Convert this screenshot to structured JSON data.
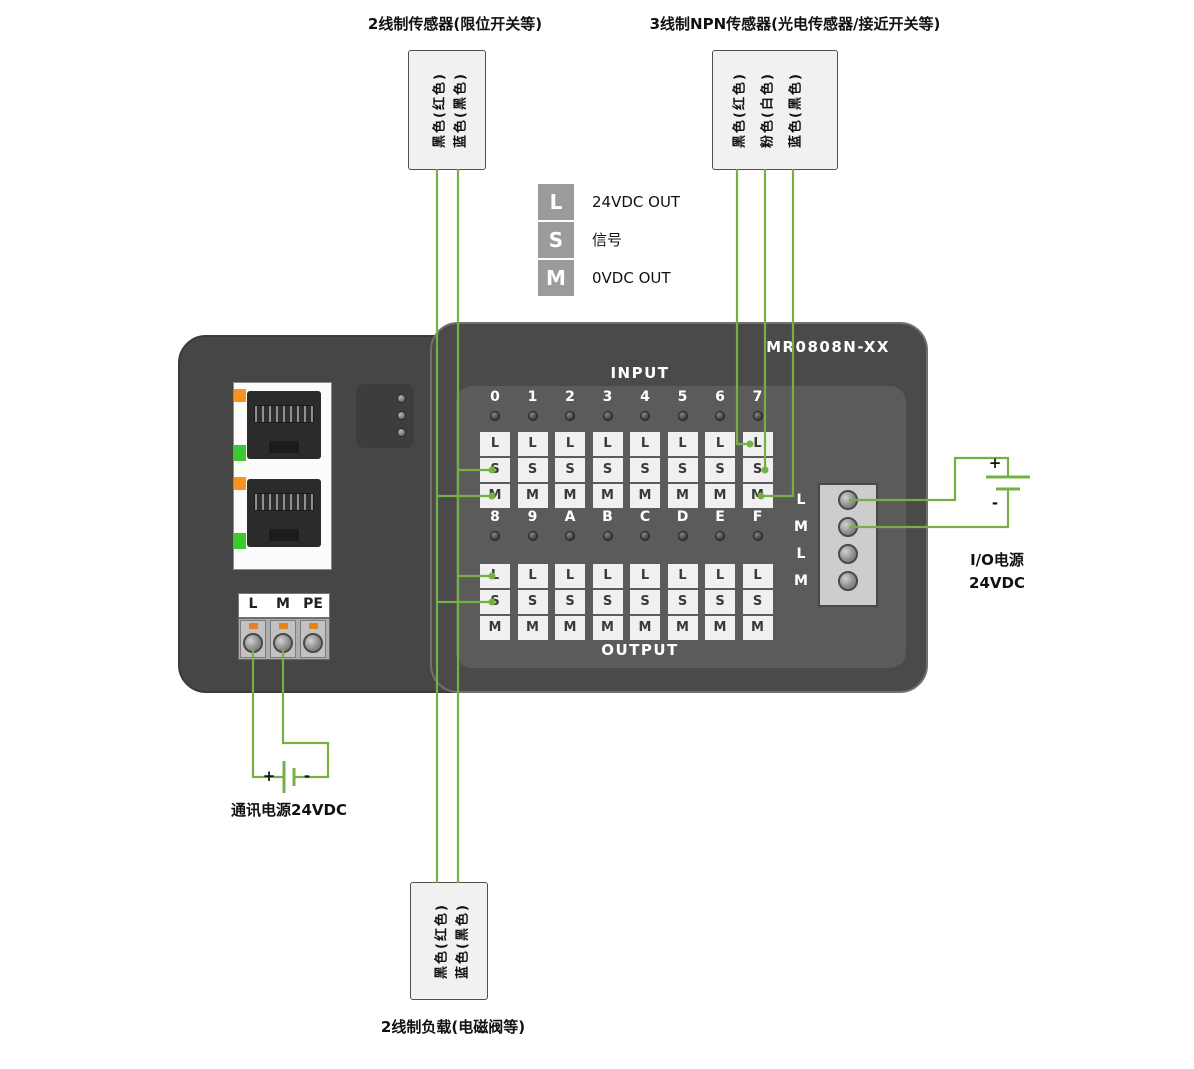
{
  "labels": {
    "sensor2": "2线制传感器(限位开关等)",
    "sensor3": "3线制NPN传感器(光电传感器/接近开关等)",
    "load2": "2线制负载(电磁阀等)",
    "comm_power": "通讯电源24VDC",
    "io_power_1": "I/O电源",
    "io_power_2": "24VDC",
    "plus": "+",
    "minus": "-"
  },
  "wire_boxes": {
    "sensor2": [
      "黑色(红色)",
      "蓝色(黑色)"
    ],
    "sensor3": [
      "黑色(红色)",
      "粉色(白色)",
      "蓝色(黑色)"
    ],
    "load2": [
      "黑色(红色)",
      "蓝色(黑色)"
    ]
  },
  "legend": [
    {
      "key": "L",
      "desc": "24VDC OUT"
    },
    {
      "key": "S",
      "desc": "信号"
    },
    {
      "key": "M",
      "desc": "0VDC OUT"
    }
  ],
  "device": {
    "model": "MR0808N-XX",
    "input_label": "INPUT",
    "output_label": "OUTPUT",
    "input_channels": [
      "0",
      "1",
      "2",
      "3",
      "4",
      "5",
      "6",
      "7"
    ],
    "output_channels": [
      "8",
      "9",
      "A",
      "B",
      "C",
      "D",
      "E",
      "F"
    ],
    "terminal_letters": [
      "L",
      "S",
      "M"
    ],
    "power_terminals": [
      "L",
      "M",
      "PE"
    ],
    "io_terminals": [
      "L",
      "M",
      "L",
      "M"
    ]
  },
  "colors": {
    "wire": "#76b043",
    "led_orange": "#f7941d",
    "led_green": "#3ec82f",
    "terminal_button": "#e8821e",
    "body": "#4a4a4a",
    "panel": "#5b5b5b"
  }
}
